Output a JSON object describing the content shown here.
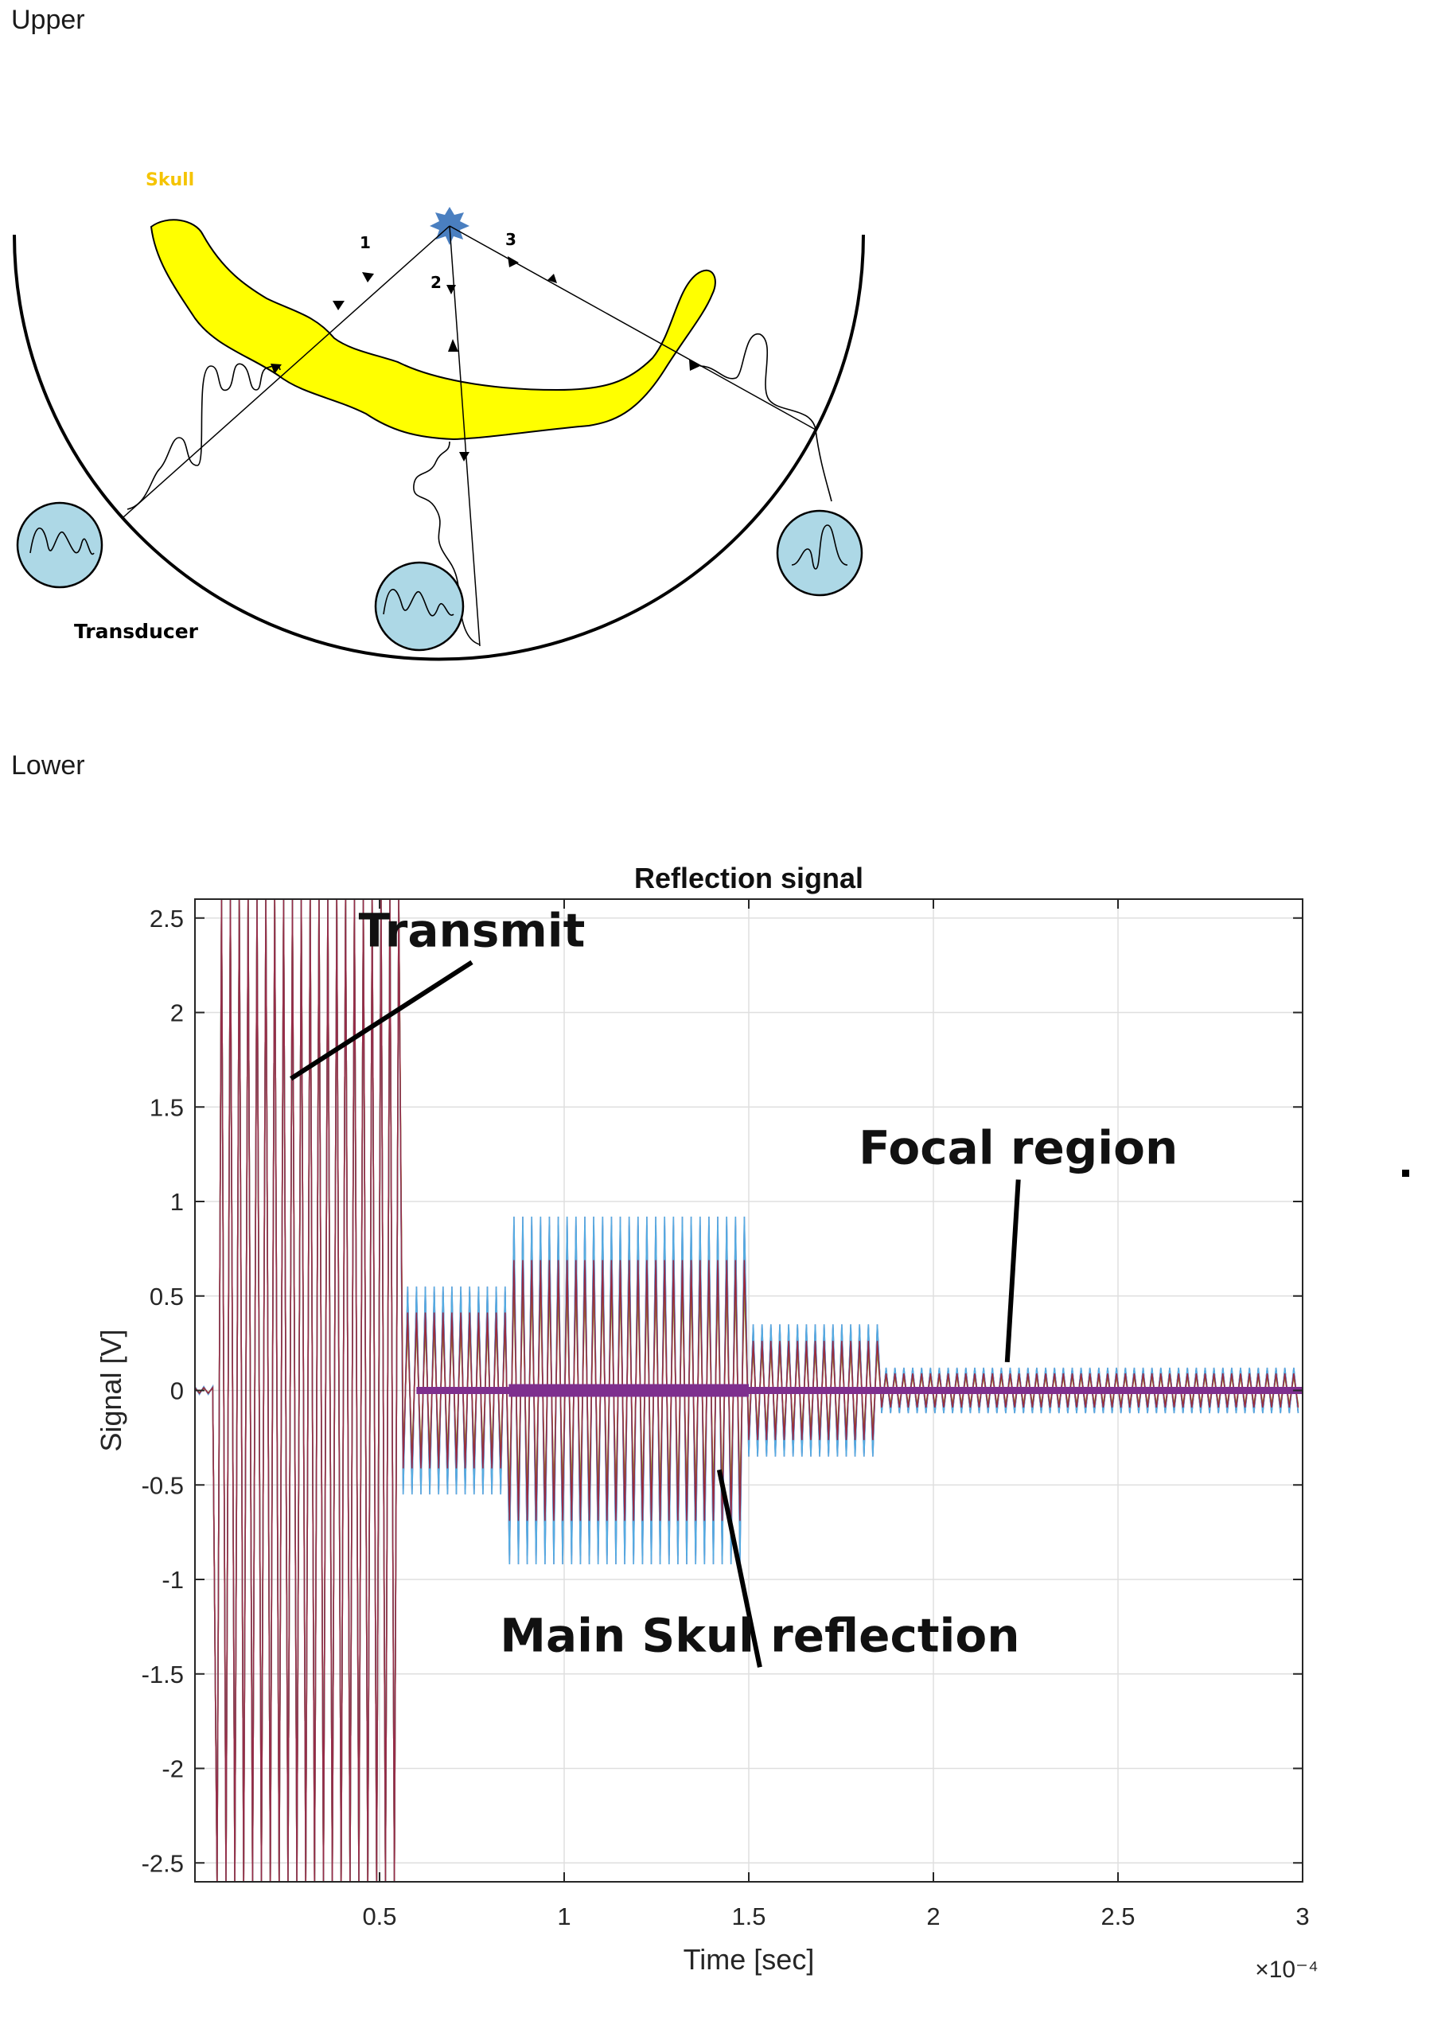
{
  "panels": {
    "upper_label": "Upper",
    "lower_label": "Lower"
  },
  "diagram": {
    "skull_label": "Skull",
    "transducer_label": "Transducer",
    "path_labels": [
      "1",
      "2",
      "3"
    ],
    "colors": {
      "skull": "#ffff00",
      "skull_outline": "#000000",
      "skull_label": "#f5c400",
      "source": "#4a7fc0",
      "transducer": "#add8e6"
    }
  },
  "chart_data": {
    "type": "line",
    "title": "Reflection signal",
    "xlabel": "Time [sec]",
    "ylabel": "Signal [V]",
    "x_exponent_label": "×10⁻⁴",
    "xlim": [
      0,
      3
    ],
    "ylim": [
      -2.6,
      2.6
    ],
    "xticks": [
      0.5,
      1,
      1.5,
      2,
      2.5,
      3
    ],
    "xtick_labels": [
      "0.5",
      "1",
      "1.5",
      "2",
      "2.5",
      "3"
    ],
    "yticks": [
      2.5,
      2,
      1.5,
      1,
      0.5,
      0,
      -0.5,
      -1,
      -1.5,
      -2,
      -2.5
    ],
    "ytick_labels": [
      "2.5",
      "2",
      "1.5",
      "1",
      "0.5",
      "0",
      "-0.5",
      "-1",
      "-1.5",
      "-2",
      "-2.5"
    ],
    "grid": true,
    "segments": [
      {
        "x_start": 0.05,
        "x_end": 0.56,
        "amplitude": 2.6,
        "description": "Transmit"
      },
      {
        "x_start": 0.56,
        "x_end": 0.85,
        "amplitude": 0.55
      },
      {
        "x_start": 0.85,
        "x_end": 1.5,
        "amplitude": 0.92
      },
      {
        "x_start": 1.5,
        "x_end": 1.85,
        "amplitude": 0.35
      },
      {
        "x_start": 1.85,
        "x_end": 3.0,
        "amplitude": 0.12
      }
    ],
    "annotations": [
      {
        "text": "Transmit",
        "x": 0.75,
        "y": 2.35,
        "arrow_to_x": 0.26,
        "arrow_to_y": 1.65
      },
      {
        "text": "Focal region",
        "x": 2.23,
        "y": 1.2,
        "arrow_to_x": 2.2,
        "arrow_to_y": 0.15
      },
      {
        "text": "Main Skul reflection",
        "x": 1.53,
        "y": -1.38,
        "arrow_to_x": 1.42,
        "arrow_to_y": -0.42
      }
    ],
    "series_colors": [
      "#0072bd",
      "#d95319",
      "#edb120",
      "#7e2f8e",
      "#77ac30",
      "#4dbeee",
      "#a2142f"
    ]
  }
}
